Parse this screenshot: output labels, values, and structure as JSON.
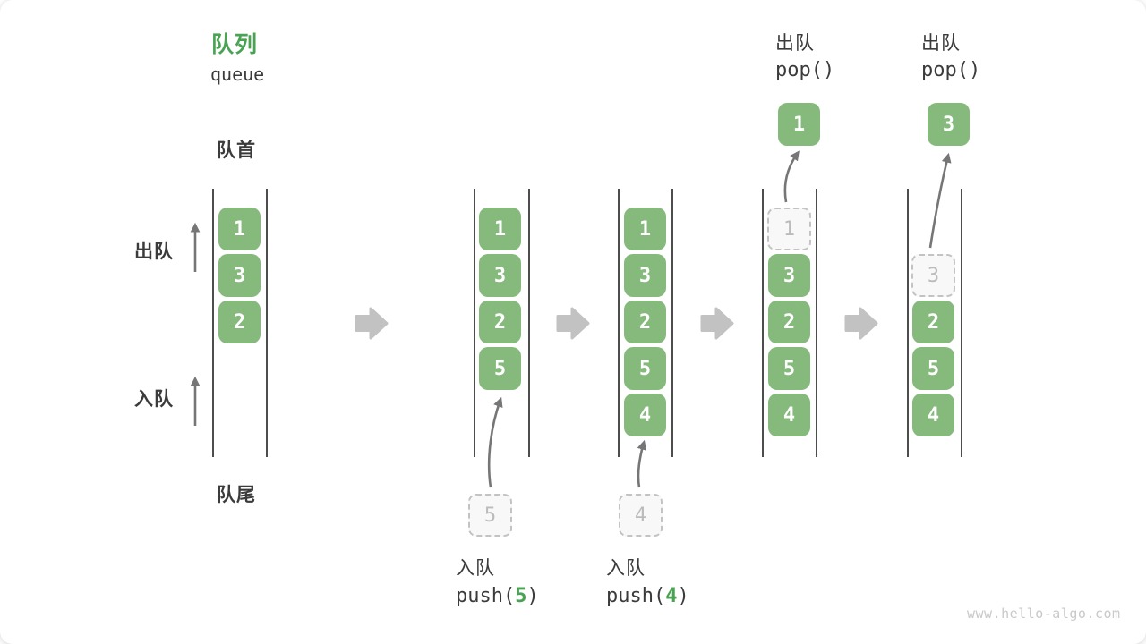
{
  "header": {
    "title_zh": "队列",
    "title_en": "queue"
  },
  "side_labels": {
    "front": "队首",
    "rear": "队尾",
    "dequeue": "出队",
    "enqueue": "入队"
  },
  "states": [
    {
      "name": "initial",
      "cells": [
        "1",
        "3",
        "2"
      ]
    },
    {
      "name": "after-push-5",
      "cells": [
        "1",
        "3",
        "2",
        "5"
      ],
      "pending_value": "5",
      "caption_zh": "入队",
      "caption_code_pre": "push(",
      "caption_arg": "5",
      "caption_code_post": ")"
    },
    {
      "name": "after-push-4",
      "cells": [
        "1",
        "3",
        "2",
        "5",
        "4"
      ],
      "pending_value": "4",
      "caption_zh": "入队",
      "caption_code_pre": "push(",
      "caption_arg": "4",
      "caption_code_post": ")"
    },
    {
      "name": "after-pop-1",
      "ghost_value": "1",
      "cells": [
        "3",
        "2",
        "5",
        "4"
      ],
      "pop_zh": "出队",
      "pop_code": "pop()",
      "popped_value": "1"
    },
    {
      "name": "after-pop-3",
      "ghost_value": "3",
      "cells": [
        "2",
        "5",
        "4"
      ],
      "pop_zh": "出队",
      "pop_code": "pop()",
      "popped_value": "3"
    }
  ],
  "watermark": "www.hello-algo.com",
  "colors": {
    "cell_green": "#85ba7c",
    "accent_green": "#4aa353",
    "text_dark": "#3b3b3b",
    "block_arrow_gray": "#c2c2c2",
    "thin_arrow_gray": "#767676",
    "wall_dark": "#4d4d4d",
    "ghost_gray": "#bbbbbb"
  }
}
